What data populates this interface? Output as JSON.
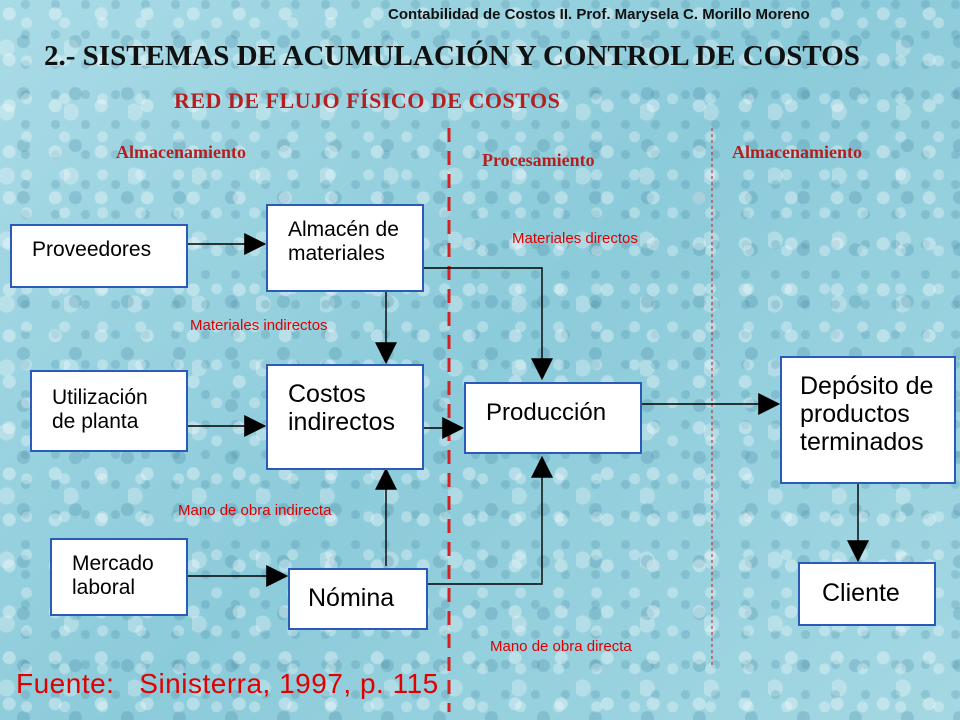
{
  "header": "Contabilidad de Costos II.  Prof. Marysela C. Morillo Moreno",
  "title": "2.- SISTEMAS DE ACUMULACIÓN Y CONTROL DE COSTOS",
  "subtitle": "RED DE FLUJO FÍSICO DE COSTOS",
  "sections": {
    "left": "Almacenamiento",
    "middle": "Procesamiento",
    "right": "Almacenamiento"
  },
  "nodes": {
    "proveedores": "Proveedores",
    "almacen": "Almacén de\nmateriales",
    "utilizacion": "Utilización\nde planta",
    "costos_indirectos": "Costos\nindirectos",
    "mercado": "Mercado\nlaboral",
    "nomina": "Nómina",
    "produccion": "Producción",
    "deposito": "Depósito de\nproductos\nterminados",
    "cliente": "Cliente"
  },
  "edge_labels": {
    "materiales_directos": "Materiales directos",
    "materiales_indirectos": "Materiales indirectos",
    "mano_obra_indirecta": "Mano de obra indirecta",
    "mano_obra_directa": "Mano de obra directa"
  },
  "source": "Fuente:   Sinisterra, 1997, p. 115",
  "colors": {
    "section_text": "#b22020",
    "edge_label_text": "#e00000",
    "box_border": "#2b5bb8",
    "dashed_divider": "#d42020",
    "background": "#9ed3df"
  }
}
